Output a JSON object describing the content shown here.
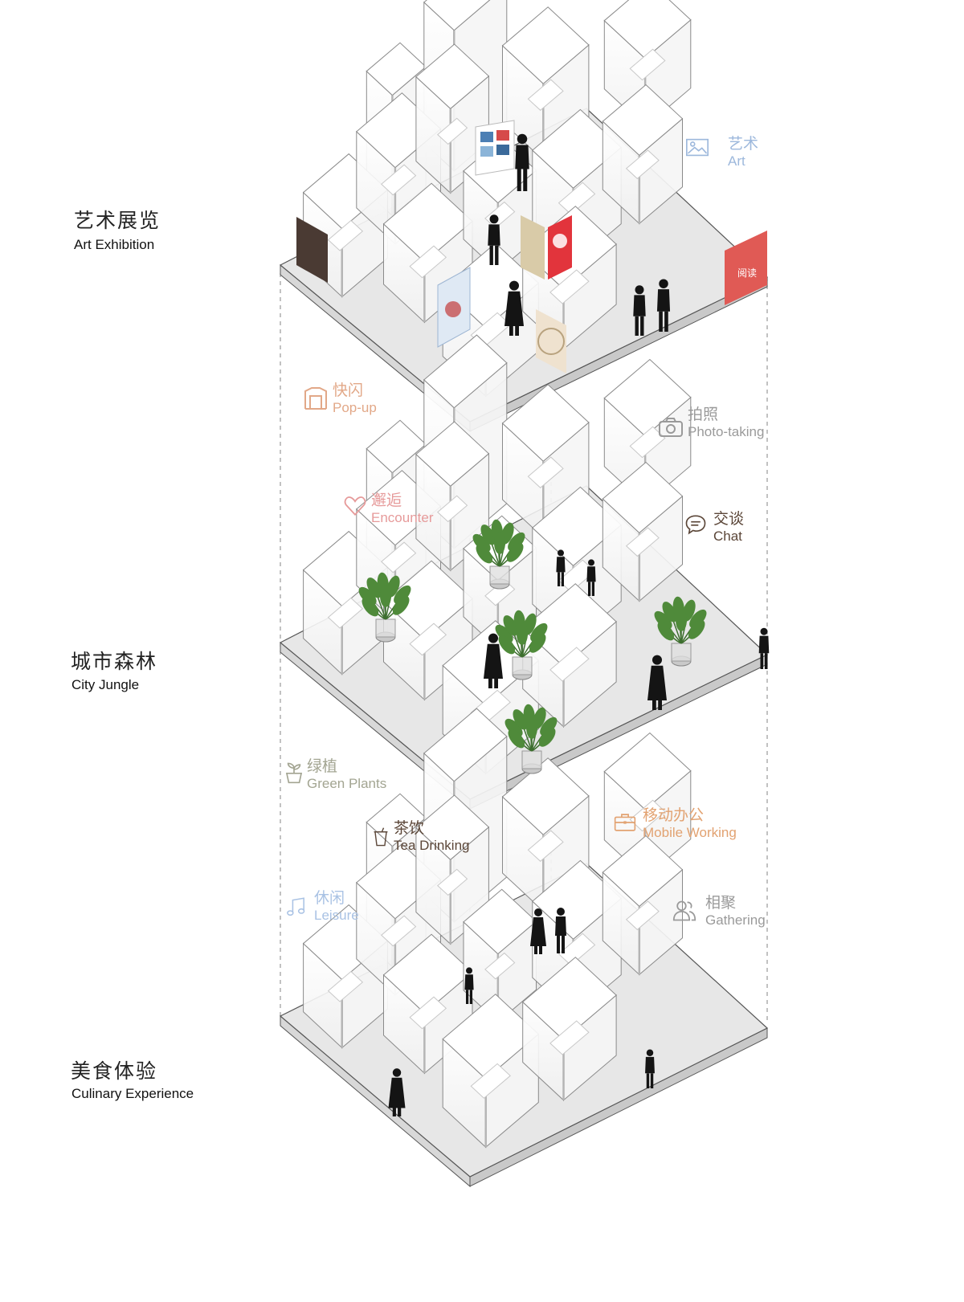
{
  "levels": [
    {
      "cn": "艺术展览",
      "en": "Art Exhibition"
    },
    {
      "cn": "城市森林",
      "en": "City  Jungle"
    },
    {
      "cn": "美食体验",
      "en": "Culinary Experience"
    }
  ],
  "functions": {
    "art": {
      "cn": "艺术",
      "en": "Art",
      "icon": "picture-icon",
      "color": "#9db8dc"
    },
    "popup": {
      "cn": "快闪",
      "en": "Pop-up",
      "icon": "popup-stall-icon",
      "color": "#e2a888"
    },
    "photo": {
      "cn": "拍照",
      "en": "Photo-taking",
      "icon": "camera-icon",
      "color": "#9a9a9a"
    },
    "encounter": {
      "cn": "邂逅",
      "en": "Encounter",
      "icon": "heart-icon",
      "color": "#e69a9a"
    },
    "chat": {
      "cn": "交谈",
      "en": "Chat",
      "icon": "chat-bubble-icon",
      "color": "#6e5846"
    },
    "plants": {
      "cn": "绿植",
      "en": "Green Plants",
      "icon": "potted-plant-icon",
      "color": "#a3a592"
    },
    "tea": {
      "cn": "茶饮",
      "en": "Tea Drinking",
      "icon": "cup-icon",
      "color": "#5b4638"
    },
    "mobile": {
      "cn": "移动办公",
      "en": "Mobile Working",
      "icon": "briefcase-icon",
      "color": "#e2a271"
    },
    "leisure": {
      "cn": "休闲",
      "en": "Leisure",
      "icon": "music-note-icon",
      "color": "#a9c2e4"
    },
    "gathering": {
      "cn": "相聚",
      "en": "Gathering",
      "icon": "people-icon",
      "color": "#9a9a9a"
    }
  },
  "poster_text": {
    "reading": "阅读"
  },
  "colors": {
    "floor": "#e7e7e7",
    "box_line": "#8a8a8a",
    "silhouette": "#141414",
    "plant": "#4f8a3a",
    "guide": "#9a9a9a"
  }
}
